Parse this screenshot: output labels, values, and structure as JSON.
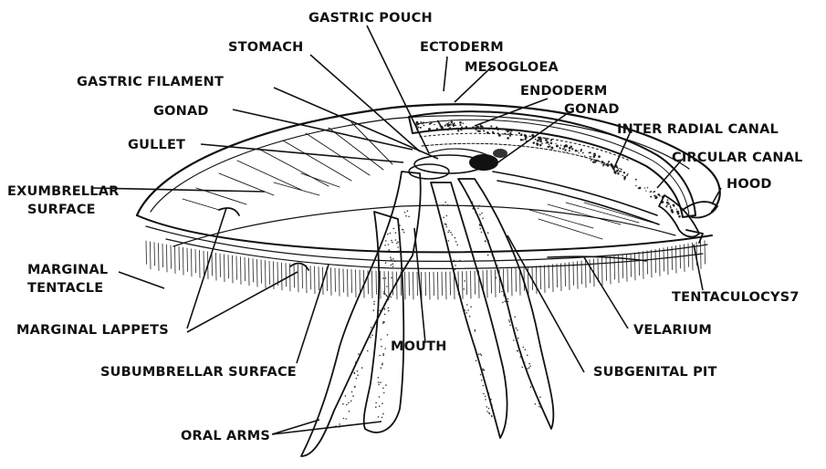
{
  "labels": {
    "gastric_pouch": "GASTRIC POUCH",
    "ectoderm": "ECTODERM",
    "stomach": "STOMACH",
    "mesogloea": "MESOGLOEA",
    "gastric_filament": "GASTRIC FILAMENT",
    "endoderm": "ENDODERM",
    "gonad_left": "GONAD",
    "gonad_right": "GONAD",
    "inter_radial_canal": "INTER RADIAL  CANAL",
    "gullet": "GULLET",
    "circular_canal": "CIRCULAR CANAL",
    "exumbrellar_1": "EXUMBRELLAR",
    "exumbrellar_2": "SURFACE",
    "hood": "HOOD",
    "marginal_tentacle_1": "MARGINAL",
    "marginal_tentacle_2": "TENTACLE",
    "tentaculocyst": "TENTACULOCYS7",
    "marginal_lappets": "MARGINAL LAPPETS",
    "velarium": "VELARIUM",
    "mouth": "MOUTH",
    "subumbrellar_surface": "SUBUMBRELLAR SURFACE",
    "subgenital_pit": "SUBGENITAL PIT",
    "oral_arms": "ORAL ARMS"
  }
}
